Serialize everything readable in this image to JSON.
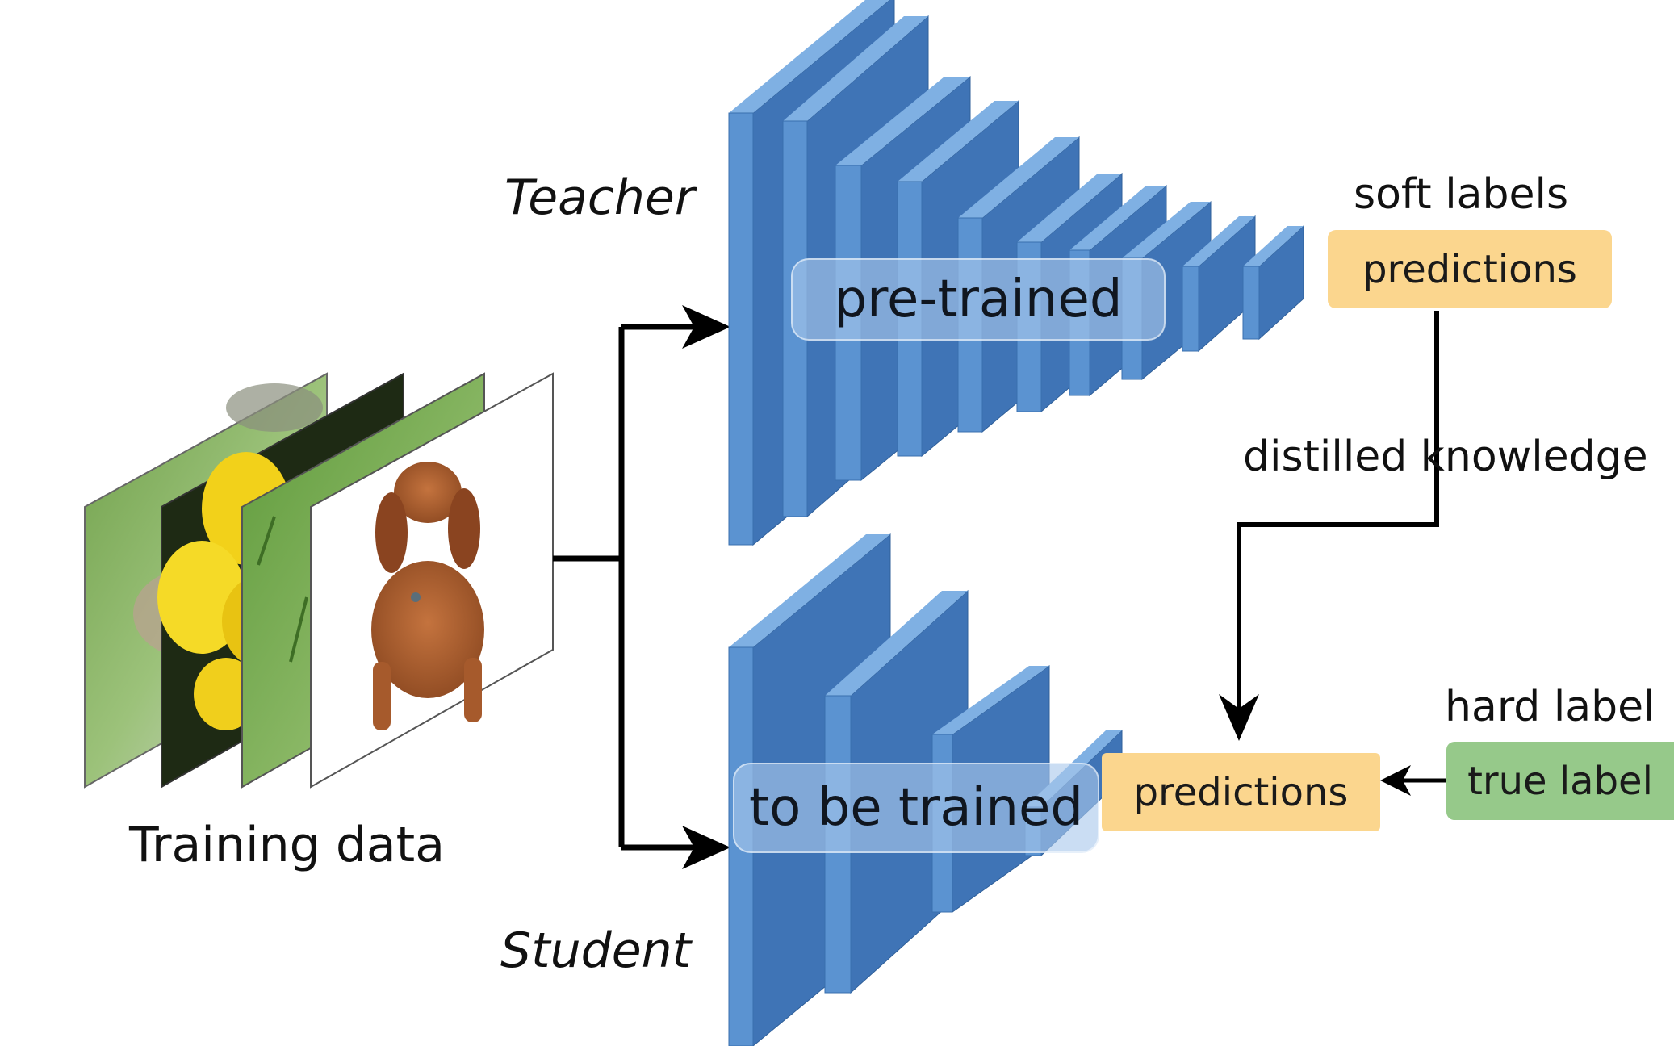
{
  "labels": {
    "teacher": "Teacher",
    "student": "Student",
    "training_data": "Training data",
    "soft_labels": "soft labels",
    "hard_label": "hard label",
    "distilled_knowledge": "distilled  knowledge",
    "pre_trained": "pre-trained",
    "to_be_trained": "to be trained",
    "teacher_predictions": "predictions",
    "student_predictions": "predictions",
    "true_label": "true label"
  },
  "colors": {
    "layer_front": "#5b93d1",
    "layer_side": "#3f74b6",
    "layer_top": "#7fb0e3",
    "predictions_fill": "#fbd68e",
    "true_label_fill": "#96c98a",
    "arrow": "#000000"
  },
  "icons": {
    "training_images": [
      "leaves-bird-photo",
      "yellow-flower-photo",
      "grass-photo",
      "puppy-photo"
    ]
  }
}
